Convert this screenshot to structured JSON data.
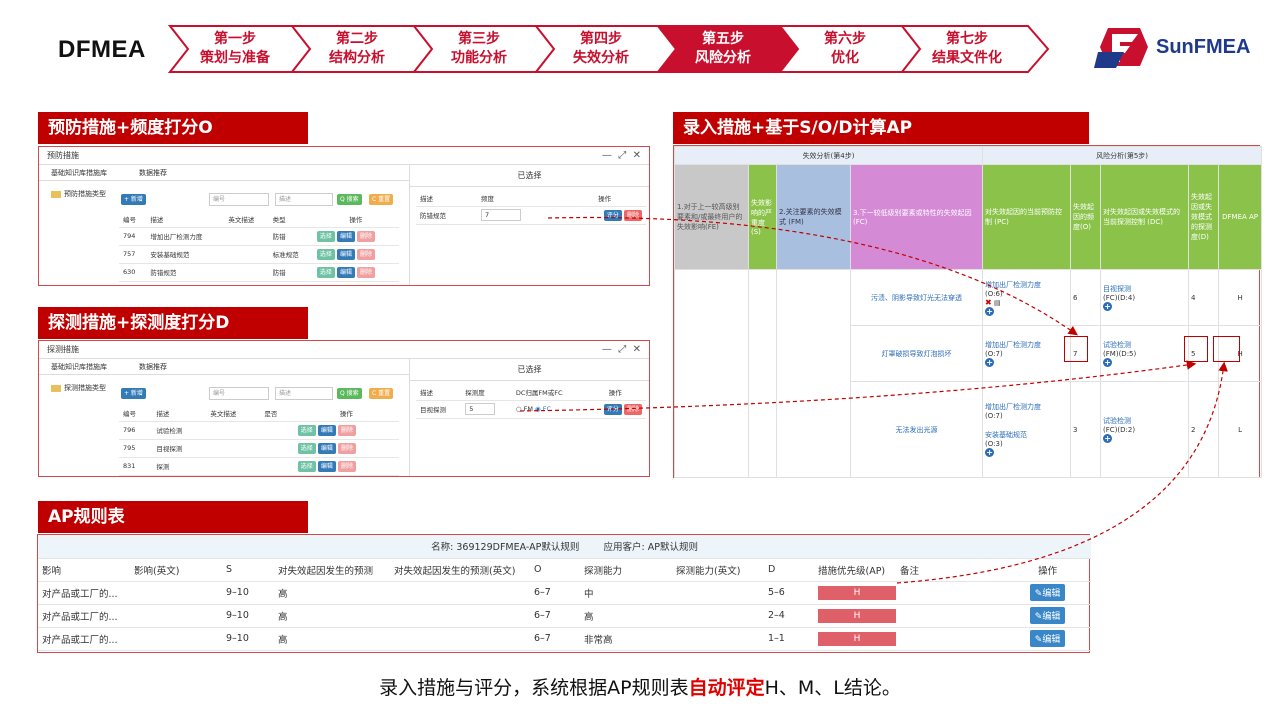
{
  "brand": "DFMEA",
  "logo_text": "SunFMEA",
  "steps": [
    {
      "label": "第一步",
      "sub": "策划与准备"
    },
    {
      "label": "第二步",
      "sub": "结构分析"
    },
    {
      "label": "第三步",
      "sub": "功能分析"
    },
    {
      "label": "第四步",
      "sub": "失效分析"
    },
    {
      "label": "第五步",
      "sub": "风险分析",
      "active": true
    },
    {
      "label": "第六步",
      "sub": "优化"
    },
    {
      "label": "第七步",
      "sub": "结果文件化"
    }
  ],
  "colors": {
    "brand_red": "#c00000",
    "step_red": "#c8102e",
    "logo_blue": "#1f3a8a"
  },
  "prevention": {
    "heading": "预防措施+频度打分O",
    "window_title": "预防措施",
    "tab1": "基础知识库措施库",
    "tab2": "数据推荐",
    "tree_item": "预防措施类型",
    "add_label": "+ 新增",
    "code_ph": "编号",
    "desc_ph": "描述",
    "search_label": "Q 搜索",
    "reset_label": "C 重置",
    "columns": [
      "编号",
      "描述",
      "英文描述",
      "类型",
      "操作"
    ],
    "rows": [
      {
        "code": "794",
        "desc": "增加出厂检测力度",
        "en": "",
        "type": "防错"
      },
      {
        "code": "757",
        "desc": "安装基础规范",
        "en": "",
        "type": "标准规范"
      },
      {
        "code": "630",
        "desc": "防错规范",
        "en": "",
        "type": "防错"
      }
    ],
    "select_label": "选择",
    "edit_label": "编辑",
    "delete_label": "删除",
    "selected_title": "已选择",
    "sel_columns": [
      "描述",
      "频度",
      "操作"
    ],
    "sel_row": {
      "desc": "防错规范",
      "value": "7"
    },
    "score_label": "评分"
  },
  "detection": {
    "heading": "探测措施+探测度打分D",
    "window_title": "探测措施",
    "tab1": "基础知识库措施库",
    "tab2": "数据推荐",
    "tree_item": "探测措施类型",
    "add_label": "+ 新增",
    "code_ph": "编号",
    "desc_ph": "描述",
    "search_label": "Q 搜索",
    "reset_label": "C 重置",
    "columns": [
      "编号",
      "描述",
      "英文描述",
      "是否",
      "操作"
    ],
    "rows": [
      {
        "code": "796",
        "desc": "试验检测"
      },
      {
        "code": "795",
        "desc": "目视探测"
      },
      {
        "code": "831",
        "desc": "探测"
      }
    ],
    "select_label": "选择",
    "edit_label": "编辑",
    "delete_label": "删除",
    "selected_title": "已选择",
    "sel_columns": [
      "描述",
      "探测度",
      "DC归属FM或FC",
      "操作"
    ],
    "sel_row": {
      "desc": "目视探测",
      "value": "5",
      "fm": "FM",
      "fc": "FC"
    },
    "score_label": "评分"
  },
  "fmea": {
    "heading": "录入措施+基于S/O/D计算AP",
    "group1": "失效分析(第4步)",
    "group2": "风险分析(第5步)",
    "cols": {
      "fe": "1.对于上一较高级别要素和/或最终用户的失效影响(FE)",
      "s": "失效影响的严重度(S)",
      "fm": "2.关注要素的失效模式 (FM)",
      "fc": "3.下一较低级别要素或特性的失效起因 (FC)",
      "pc": "对失效起因的当前预防控制 (PC)",
      "o": "失效起因的频度(O)",
      "dc": "对失效起因或失效模式的当前探测控制 (DC)",
      "d": "失效起因或失效模式的探测度(D)",
      "ap": "DFMEA AP"
    },
    "rows": [
      {
        "fc": "污渍、阴影导致灯光无法穿透",
        "pc": [
          "增加出厂检测力度",
          "(O:6)"
        ],
        "o": "6",
        "dc": [
          "目视探测",
          "(FC)(D:4)"
        ],
        "d": "4",
        "ap": "H"
      },
      {
        "fc": "灯罩破损导致灯泡损坏",
        "pc": [
          "增加出厂检测力度",
          "(O:7)"
        ],
        "o": "7",
        "dc": [
          "试验检测",
          "(FM)(D:5)"
        ],
        "d": "5",
        "ap": "H"
      },
      {
        "fc": "无法发出光源",
        "pc": [
          "增加出厂检测力度",
          "(O:7)",
          "安装基础规范",
          "(O:3)"
        ],
        "o": "3",
        "dc": [
          "试验检测",
          "(FC)(D:2)"
        ],
        "d": "2",
        "ap": "L"
      }
    ]
  },
  "ap_table": {
    "heading": "AP规则表",
    "name_label": "名称: 369129DFMEA-AP默认规则",
    "client_label": "应用客户: AP默认规则",
    "columns": [
      "影响",
      "影响(英文)",
      "S",
      "对失效起因发生的预测",
      "对失效起因发生的预测(英文)",
      "O",
      "探测能力",
      "探测能力(英文)",
      "D",
      "措施优先级(AP)",
      "备注",
      "操作"
    ],
    "rows": [
      {
        "impact": "对产品或工厂的...",
        "s": "9–10",
        "pred": "高",
        "o": "6–7",
        "det": "中",
        "d": "5–6",
        "ap": "H"
      },
      {
        "impact": "对产品或工厂的...",
        "s": "9–10",
        "pred": "高",
        "o": "6–7",
        "det": "高",
        "d": "2–4",
        "ap": "H"
      },
      {
        "impact": "对产品或工厂的...",
        "s": "9–10",
        "pred": "高",
        "o": "6–7",
        "det": "非常高",
        "d": "1–1",
        "ap": "H"
      }
    ],
    "edit_label": "编辑"
  },
  "caption": {
    "pre": "录入措施与评分，系统根据AP规则表",
    "highlight": "自动评定",
    "post": "H、M、L结论。"
  }
}
